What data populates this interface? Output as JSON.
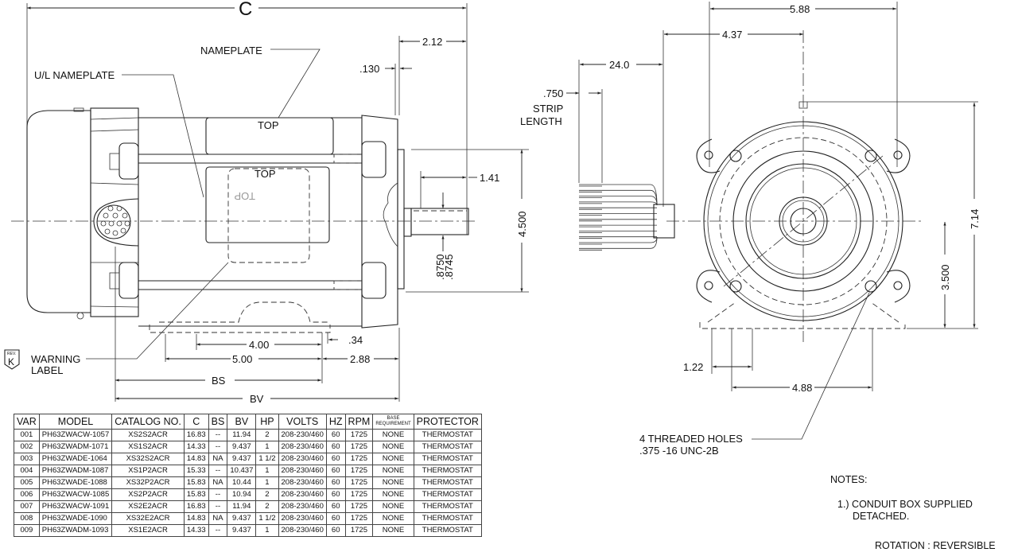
{
  "drawing": {
    "side_view": {
      "dimension_labels": {
        "overall_length": "C",
        "shaft_extension": "2.12",
        "flange_thickness": ".130",
        "key_length": "1.41",
        "shaft_height": "4.500",
        "shaft_diameter_max": ".8750",
        "shaft_diameter_min": ".8745",
        "base_slot_spacing": "4.00",
        "base_hole_spacing": "5.00",
        "slot_width": ".34",
        "base_to_shaft_shoulder": "2.88",
        "bs": "BS",
        "bv": "BV"
      },
      "callouts": {
        "nameplate": "NAMEPLATE",
        "ul_nameplate": "U/L NAMEPLATE",
        "top_upper": "TOP",
        "top_lower": "TOP",
        "top_mirrored": "TOP",
        "warning_label_line1": "WARNING",
        "warning_label_line2": "LABEL"
      },
      "revision": {
        "rev_caption": "REV.",
        "letter": "K"
      }
    },
    "end_view": {
      "dimension_labels": {
        "overall_width": "5.88",
        "lead_offset": "4.37",
        "lead_length": "24.0",
        "strip_length_value": ".750",
        "strip_length_label_1": "STRIP",
        "strip_length_label_2": "LENGTH",
        "overall_height": "7.14",
        "shaft_centerline_height": "3.500",
        "base_edge_to_hole": "1.22",
        "base_hole_spacing": "4.88"
      },
      "callouts": {
        "threaded_holes_line1": "4 THREADED HOLES",
        "threaded_holes_line2": ".375 -16 UNC-2B"
      }
    }
  },
  "spec_table": {
    "headers": [
      "VAR",
      "MODEL",
      "CATALOG NO.",
      "C",
      "BS",
      "BV",
      "HP",
      "VOLTS",
      "HZ",
      "RPM",
      "BASE REQUIREMENT",
      "PROTECTOR"
    ],
    "rows": [
      [
        "001",
        "PH63ZWACW-1057",
        "XS2S2ACR",
        "16.83",
        "--",
        "11.94",
        "2",
        "208-230/460",
        "60",
        "1725",
        "NONE",
        "THERMOSTAT"
      ],
      [
        "002",
        "PH63ZWADM-1071",
        "XS1S2ACR",
        "14.33",
        "--",
        "9.437",
        "1",
        "208-230/460",
        "60",
        "1725",
        "NONE",
        "THERMOSTAT"
      ],
      [
        "003",
        "PH63ZWADE-1064",
        "XS32S2ACR",
        "14.83",
        "NA",
        "9.437",
        "1 1/2",
        "208-230/460",
        "60",
        "1725",
        "NONE",
        "THERMOSTAT"
      ],
      [
        "004",
        "PH63ZWADM-1087",
        "XS1P2ACR",
        "15.33",
        "--",
        "10.437",
        "1",
        "208-230/460",
        "60",
        "1725",
        "NONE",
        "THERMOSTAT"
      ],
      [
        "005",
        "PH63ZWADE-1088",
        "XS32P2ACR",
        "15.83",
        "NA",
        "10.44",
        "1",
        "208-230/460",
        "60",
        "1725",
        "NONE",
        "THERMOSTAT"
      ],
      [
        "006",
        "PH63ZWACW-1085",
        "XS2P2ACR",
        "15.83",
        "--",
        "10.94",
        "2",
        "208-230/460",
        "60",
        "1725",
        "NONE",
        "THERMOSTAT"
      ],
      [
        "007",
        "PH63ZWACW-1091",
        "XS2E2ACR",
        "16.83",
        "--",
        "11.94",
        "2",
        "208-230/460",
        "60",
        "1725",
        "NONE",
        "THERMOSTAT"
      ],
      [
        "008",
        "PH63ZWADE-1090",
        "XS32E2ACR",
        "14.83",
        "NA",
        "9.437",
        "1 1/2",
        "208-230/460",
        "60",
        "1725",
        "NONE",
        "THERMOSTAT"
      ],
      [
        "009",
        "PH63ZWADM-1093",
        "XS1E2ACR",
        "14.33",
        "--",
        "9.437",
        "1",
        "208-230/460",
        "60",
        "1725",
        "NONE",
        "THERMOSTAT"
      ]
    ]
  },
  "notes": {
    "title": "NOTES:",
    "items": [
      "1.) CONDUIT BOX SUPPLIED",
      "DETACHED."
    ],
    "rotation": "ROTATION : REVERSIBLE"
  }
}
